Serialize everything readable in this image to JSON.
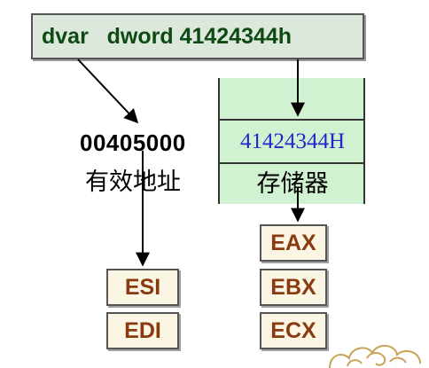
{
  "declaration": "dvar   dword 41424344h",
  "address": "00405000",
  "address_label": "有效地址",
  "memory_value": "41424344H",
  "memory_label": "存储器",
  "registers": {
    "eax": "EAX",
    "ebx": "EBX",
    "ecx": "ECX",
    "esi": "ESI",
    "edi": "EDI"
  },
  "colors": {
    "declaration_text": "#0e4a13",
    "declaration_bg": "#dde8dd",
    "memory_bg": "#d1f2d1",
    "memory_value_text": "#2424cc",
    "register_text": "#8a3a10",
    "register_bg": "#fbf6e3"
  },
  "decoration": "cloud-ornament-icon"
}
